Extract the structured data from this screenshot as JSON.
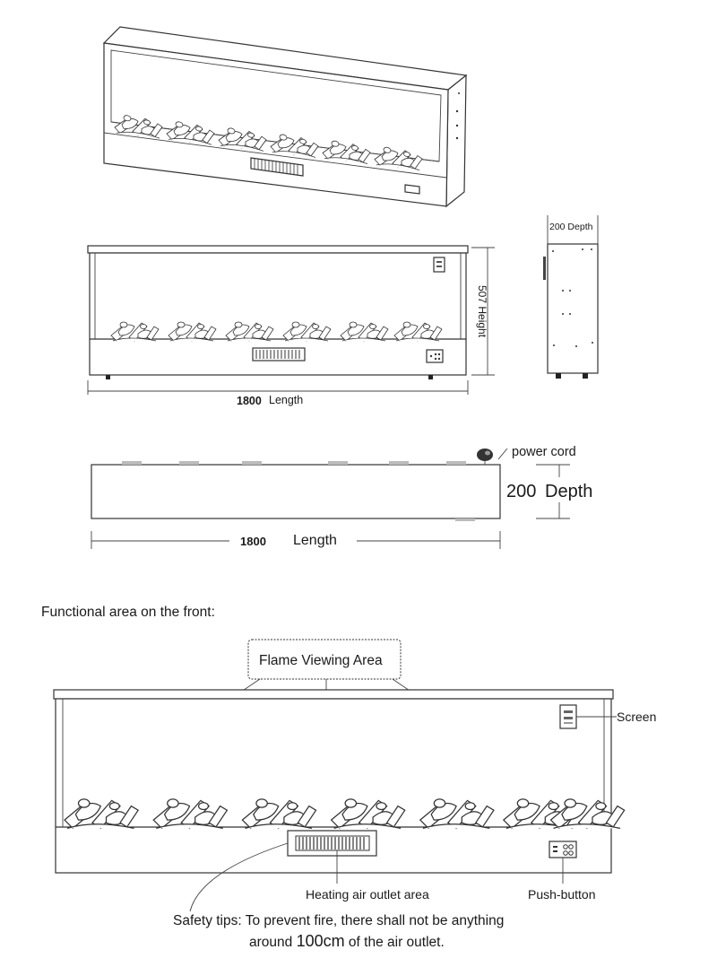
{
  "labels": {
    "top_depth": "200 Depth",
    "front_height": "507 Height",
    "front_length_value": "1800",
    "front_length_unit": "Length",
    "power_cord": "power cord",
    "plan_depth_value": "200",
    "plan_depth_unit": "Depth",
    "plan_length_value": "1800",
    "plan_length_unit": "Length"
  },
  "functional": {
    "section_title": "Functional area on the front:",
    "flame_area": "Flame Viewing Area",
    "screen": "Screen",
    "heating_outlet": "Heating air outlet area",
    "push_button": "Push-button",
    "safety_line1": "Safety tips: To prevent fire, there shall not be anything",
    "safety_line2_prefix": "around ",
    "safety_line2_value": "100cm",
    "safety_line2_suffix": " of the air outlet."
  }
}
